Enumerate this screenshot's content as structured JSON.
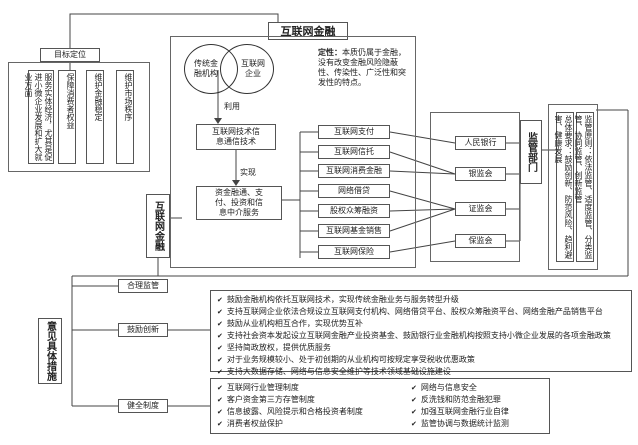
{
  "title": "互联网金融",
  "goal": {
    "label": "目标定位",
    "items": [
      "服务实体经济，尤其是促进小微企业发展和扩大就业方面",
      "保障消费者权益",
      "维护金融稳定",
      "维护市场秩序"
    ]
  },
  "venn": {
    "left": "传统金\n融机构",
    "right": "互联网\n企业"
  },
  "definition": {
    "label": "定性：",
    "text": "本质仍属于金融，没有改变金融风险隐蔽性、传染性、广泛性和突发性的特点。"
  },
  "flow": {
    "use_label": "利用",
    "tech": "互联网技术信\n息通信技术",
    "realize_label": "实现",
    "services": "资金融通、支\n付、投资和信\n息中介服务"
  },
  "left_label": "互联网金融",
  "business": [
    "互联网支付",
    "互联网信托",
    "互联网消费金融",
    "网络借贷",
    "股权众筹融资",
    "互联网基金销售",
    "互联网保险"
  ],
  "regulators": [
    "人民银行",
    "银监会",
    "证监会",
    "保监会"
  ],
  "dept": {
    "title": "监管部门",
    "principles": [
      "总体要求：鼓励创新、防范风险、趋利避害、健康发展",
      "监管原则：依法监管、适度监管、分类监管、协同监管、创新监管"
    ]
  },
  "measures": {
    "title": "意见具体措施",
    "sections": [
      {
        "label": "合理监管",
        "items": []
      },
      {
        "label": "鼓励创新",
        "items": [
          "鼓励金融机构依托互联网技术，实现传统金融业务与服务转型升级",
          "支持互联网企业依法合规设立互联网支付机构、网络借贷平台、股权众筹融资平台、网络金融产品销售平台",
          "鼓励从业机构相互合作，实现优势互补",
          "支持社会资本发起设立互联网金融产业投资基金、鼓励银行业金融机构按照支持小微企业发展的各项金融政策",
          "坚持简政放权，提供优质服务",
          "对于业务规模较小、处于初创期的从业机构可按规定享受税收优惠政策",
          "支持大数据存储、网络与信息安全维护等技术领域基础设施建设"
        ]
      },
      {
        "label": "健全制度",
        "items_left": [
          "互联网行业管理制度",
          "客户资金第三方存管制度",
          "信息披露、风险提示和合格投资者制度",
          "消费者权益保护"
        ],
        "items_right": [
          "网络与信息安全",
          "反洗钱和防范金融犯罪",
          "加强互联网金融行业自律",
          "监管协调与数据统计监测"
        ]
      }
    ]
  }
}
